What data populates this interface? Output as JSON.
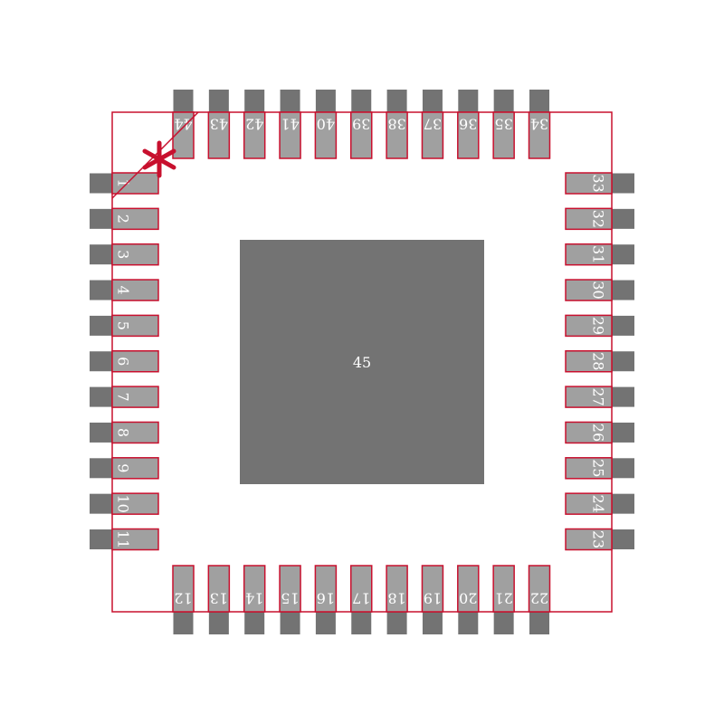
{
  "footprint": {
    "center_pad_label": "45",
    "colors": {
      "outline": "#c8102e",
      "pad_fill": "#a0a0a0",
      "pad_stroke": "#c8102e",
      "pin_stub": "#737373",
      "center_pad": "#737373",
      "label": "#ffffff"
    },
    "pins": {
      "left": [
        "1",
        "2",
        "3",
        "4",
        "5",
        "6",
        "7",
        "8",
        "9",
        "10",
        "11"
      ],
      "bottom": [
        "12",
        "13",
        "14",
        "15",
        "16",
        "17",
        "18",
        "19",
        "20",
        "21",
        "22"
      ],
      "right": [
        "23",
        "24",
        "25",
        "26",
        "27",
        "28",
        "29",
        "30",
        "31",
        "32",
        "33"
      ],
      "top": [
        "34",
        "35",
        "36",
        "37",
        "38",
        "39",
        "40",
        "41",
        "42",
        "43",
        "44"
      ]
    },
    "pin1_marker": "asterisk"
  }
}
